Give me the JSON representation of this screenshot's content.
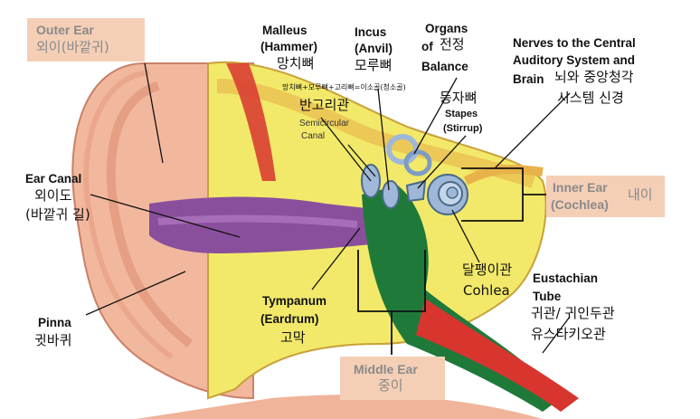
{
  "labels": {
    "outer_ear": {
      "en": "Outer Ear",
      "ko": "외이(바깥귀)"
    },
    "ear_canal": {
      "en": "Ear Canal",
      "ko_1": "외이도",
      "ko_2": "(바깥귀 길)"
    },
    "pinna": {
      "en": "Pinna",
      "ko": "귓바퀴"
    },
    "malleus": {
      "en_1": "Malleus",
      "en_2": "(Hammer)",
      "ko": "망치뼈"
    },
    "ossicles_note": "망치뼈+모루뼈+고리뼈=이소골(청소골)",
    "incus": {
      "en_1": "Incus",
      "en_2": "(Anvil)",
      "ko": "모루뼈"
    },
    "organs_balance": {
      "en_1": "Organs",
      "en_2": "of",
      "ko": "전정",
      "en_3": "Balance"
    },
    "nerves": {
      "en_1": "Nerves to the Central",
      "en_2": "Auditory System and",
      "en_3": "Brain",
      "ko_1": "뇌와 중앙청각",
      "ko_2": "시스템 신경"
    },
    "stapes": {
      "ko": "등자뼈",
      "en_1": "Stapes",
      "en_2": "(Stirrup)"
    },
    "semicircular": {
      "ko": "반고리관",
      "en_1": "Semicircular",
      "en_2": "Canal"
    },
    "inner_ear": {
      "en_1": "Inner Ear",
      "en_2": "(Cochlea)",
      "ko": "내이"
    },
    "cochlea": {
      "ko": "달팽이관",
      "en": "Cohlea"
    },
    "eustachian": {
      "en_1": "Eustachian",
      "en_2": "Tube",
      "ko_1": "귀관/ 귀인두관",
      "ko_2": "유스타키오관"
    },
    "tympanum": {
      "en_1": "Tympanum",
      "en_2": "(Eardrum)",
      "ko": "고막"
    },
    "middle_ear": {
      "en": "Middle Ear",
      "ko": "중이"
    }
  },
  "colors": {
    "skin": "#f2b89e",
    "skin_shadow": "#d98b70",
    "fat": "#f2e96a",
    "bone": "#e8b24a",
    "canal": "#8a4f9c",
    "middle": "#1f7a3a",
    "tube": "#d8352f",
    "inner": "#9fb8d8",
    "label_box": "#f4cfb6"
  }
}
